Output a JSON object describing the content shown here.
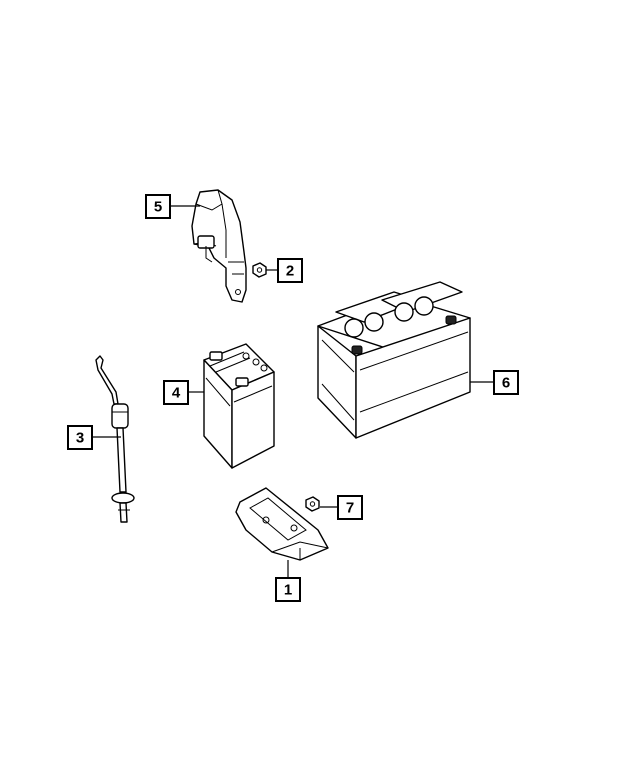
{
  "callouts": [
    {
      "id": "1",
      "label": "1",
      "part": "battery-tray"
    },
    {
      "id": "2",
      "label": "2",
      "part": "nut"
    },
    {
      "id": "3",
      "label": "3",
      "part": "hold-down-rod"
    },
    {
      "id": "4",
      "label": "4",
      "part": "auxiliary-battery"
    },
    {
      "id": "5",
      "label": "5",
      "part": "hold-down-bracket"
    },
    {
      "id": "6",
      "label": "6",
      "part": "main-battery"
    },
    {
      "id": "7",
      "label": "7",
      "part": "nut"
    }
  ],
  "colors": {
    "line": "#000000",
    "background": "#ffffff"
  }
}
